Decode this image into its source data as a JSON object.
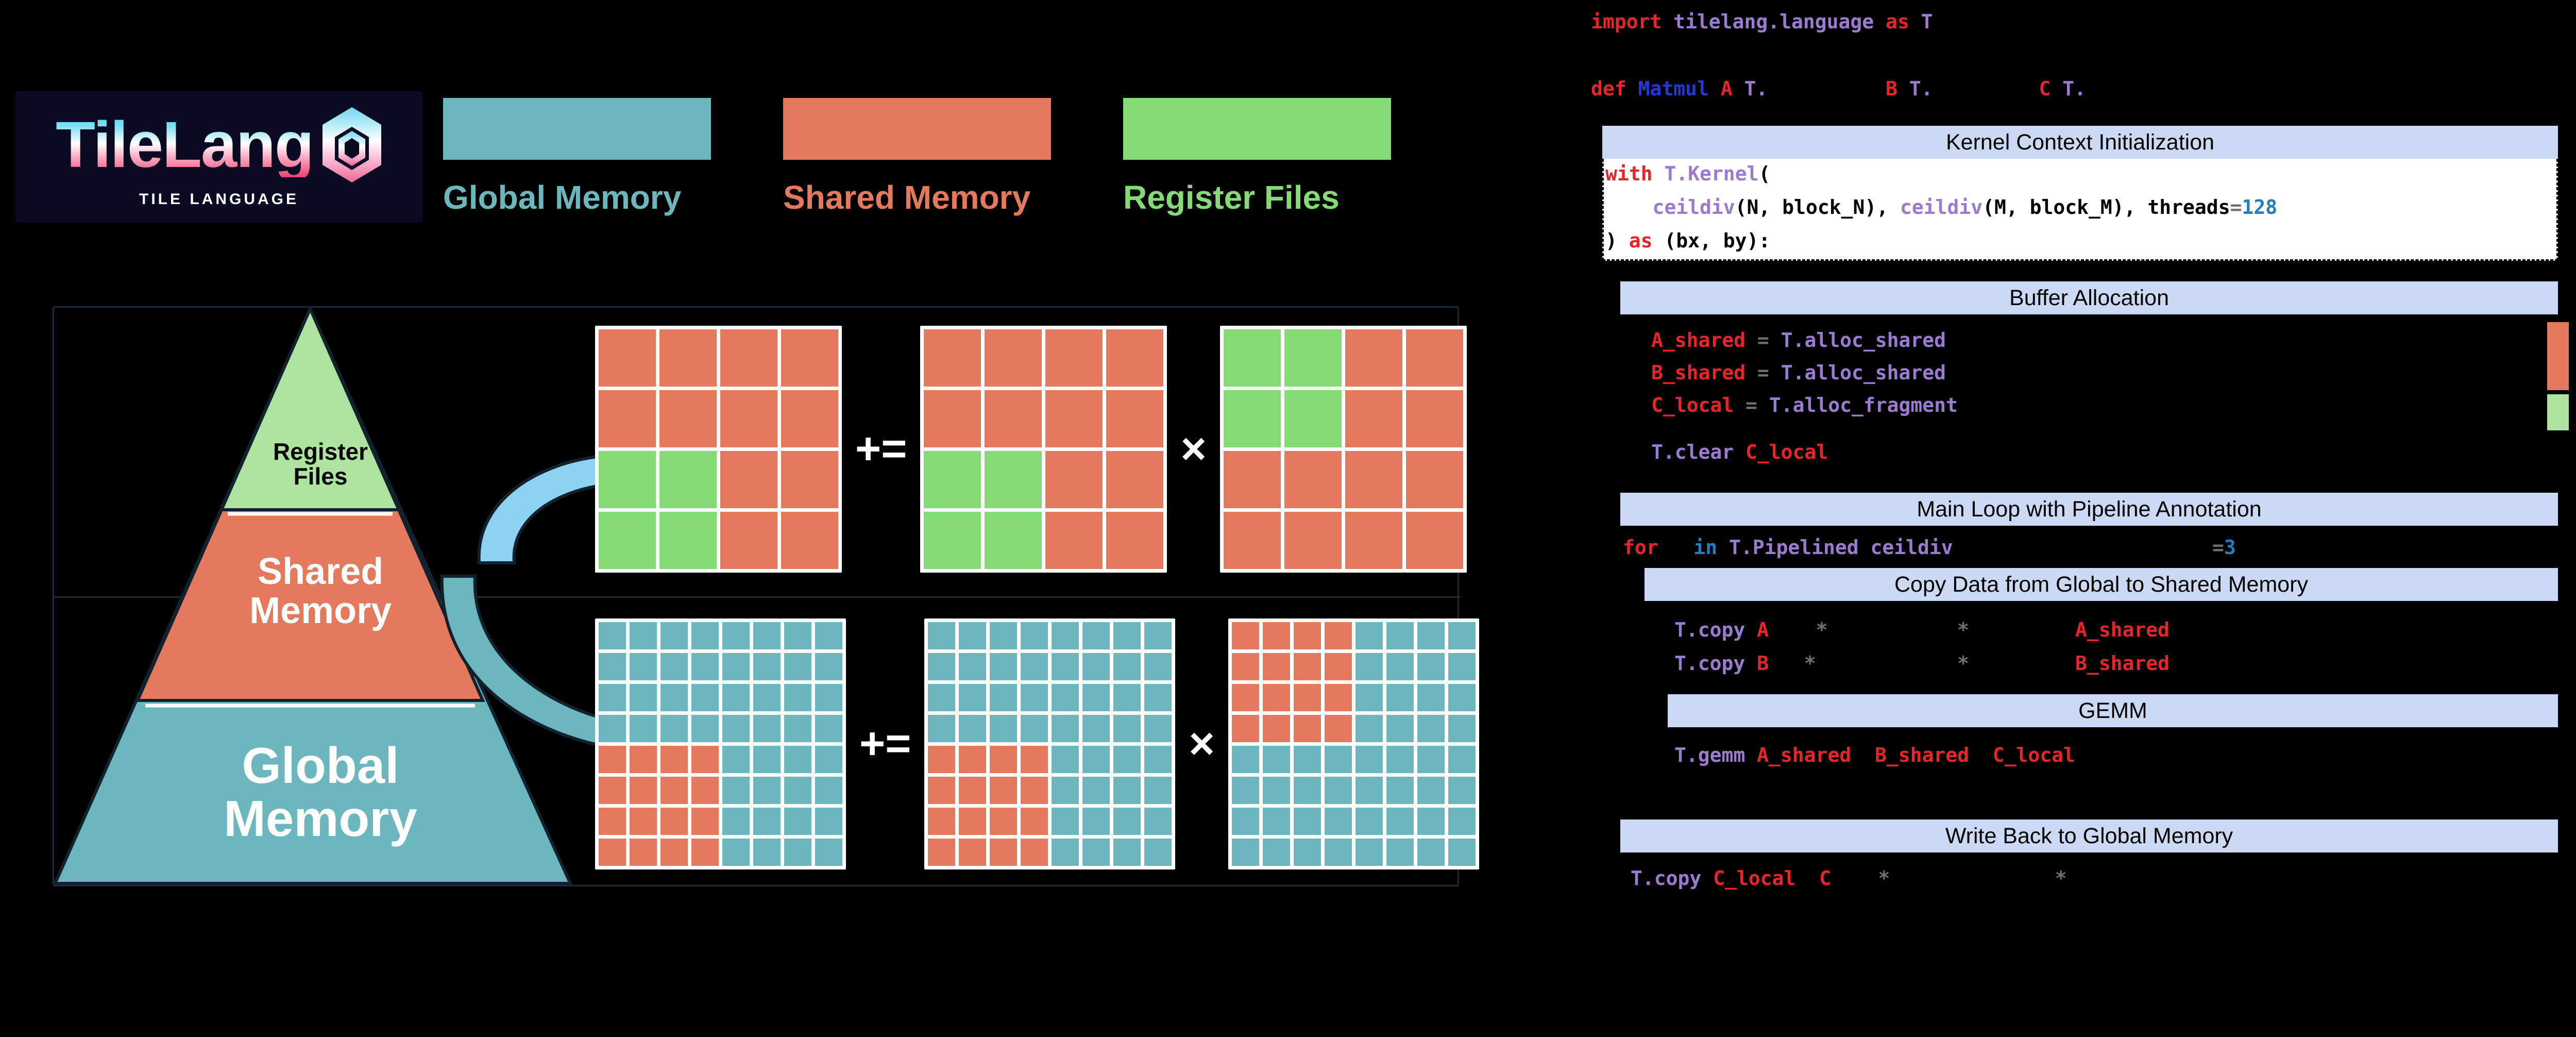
{
  "colors": {
    "global_memory": "#6cb7bd",
    "shared_memory": "#e4795e",
    "register_files": "#84da74",
    "arrow_top": "#8ed2f2",
    "arrow_bottom": "#6cb7bd",
    "section_header_bg": "#cbd9f5",
    "background": "#000000",
    "logo_bg": "#0b0a23",
    "keyword_red": "#e8232a",
    "function_blue": "#2438d8",
    "module_purple": "#9b7ad1",
    "number_blue": "#1f7fc4",
    "operator_gray": "#6f6f6f"
  },
  "logo": {
    "word": "TileLang",
    "subtitle": "TILE LANGUAGE",
    "mark_name": "tilelang-cube-logo"
  },
  "legend": [
    {
      "label": "Global Memory",
      "color": "#6cb7bd"
    },
    {
      "label": "Shared Memory",
      "color": "#e4795e"
    },
    {
      "label": "Register Files",
      "color": "#84da74"
    }
  ],
  "pyramid": {
    "tiers": [
      {
        "label": "Register\nFiles",
        "color": "#aee4a0",
        "text_color": "#000000"
      },
      {
        "label": "Shared\nMemory",
        "color": "#e4795e",
        "text_color": "#ffffff"
      },
      {
        "label": "Global\nMemory",
        "color": "#6cb7bd",
        "text_color": "#ffffff"
      }
    ]
  },
  "diagram": {
    "operators": {
      "accumulate": "+=",
      "multiply": "×"
    },
    "rows": [
      {
        "name": "register-level",
        "grid": 4,
        "matrices": [
          {
            "name": "c-local-accumulator",
            "base": "#e4795e",
            "highlight": "#84da74",
            "highlight_rows": [
              2,
              3
            ],
            "highlight_cols": [
              0,
              1
            ]
          },
          {
            "name": "c-local-result",
            "base": "#e4795e",
            "highlight": "#84da74",
            "highlight_rows": [
              2,
              3
            ],
            "highlight_cols": [
              0,
              1
            ]
          },
          {
            "name": "a-shared-tile",
            "base": "#e4795e",
            "highlight": "#84da74",
            "highlight_rows": [
              0,
              1
            ],
            "highlight_cols": [
              0,
              1
            ]
          }
        ]
      },
      {
        "name": "global-level",
        "grid": 8,
        "matrices": [
          {
            "name": "c-global-accumulator",
            "base": "#6cb7bd",
            "highlight": "#e4795e",
            "highlight_rows": [
              4,
              5,
              6,
              7
            ],
            "highlight_cols": [
              0,
              1,
              2,
              3
            ]
          },
          {
            "name": "c-global-result",
            "base": "#6cb7bd",
            "highlight": "#e4795e",
            "highlight_rows": [
              4,
              5,
              6,
              7
            ],
            "highlight_cols": [
              0,
              1,
              2,
              3
            ]
          },
          {
            "name": "a-global-tile",
            "base": "#6cb7bd",
            "highlight": "#e4795e",
            "highlight_rows": [
              0,
              1,
              2,
              3
            ],
            "highlight_cols": [
              0,
              1,
              2,
              3
            ]
          }
        ]
      }
    ]
  },
  "code": {
    "import_line": [
      {
        "t": "import",
        "c": "kw"
      },
      {
        "t": " ",
        "c": "plain"
      },
      {
        "t": "tilelang.language",
        "c": "mod"
      },
      {
        "t": " ",
        "c": "plain"
      },
      {
        "t": "as",
        "c": "kw"
      },
      {
        "t": " ",
        "c": "plain"
      },
      {
        "t": "T",
        "c": "mod"
      }
    ],
    "def_line": [
      {
        "t": "def",
        "c": "kw"
      },
      {
        "t": " ",
        "c": "plain"
      },
      {
        "t": "Matmul",
        "c": "fn"
      },
      {
        "t": " ",
        "c": "plain"
      },
      {
        "t": "A",
        "c": "var"
      },
      {
        "t": " ",
        "c": "plain"
      },
      {
        "t": "T.",
        "c": "mod"
      },
      {
        "t": "          ",
        "c": "plain"
      },
      {
        "t": "B",
        "c": "var"
      },
      {
        "t": " ",
        "c": "plain"
      },
      {
        "t": "T.",
        "c": "mod"
      },
      {
        "t": "         ",
        "c": "plain"
      },
      {
        "t": "C",
        "c": "var"
      },
      {
        "t": " ",
        "c": "plain"
      },
      {
        "t": "T.",
        "c": "mod"
      }
    ],
    "sections": [
      {
        "id": "kernel-context-initialization",
        "title": "Kernel Context Initialization",
        "lines": [
          [
            {
              "t": "with",
              "c": "kw"
            },
            {
              "t": " ",
              "c": "plain"
            },
            {
              "t": "T.Kernel",
              "c": "mod"
            },
            {
              "t": "(",
              "c": "plain"
            }
          ],
          [
            {
              "t": "    ",
              "c": "plain"
            },
            {
              "t": "ceildiv",
              "c": "mod"
            },
            {
              "t": "(N, block_N), ",
              "c": "plain"
            },
            {
              "t": "ceildiv",
              "c": "mod"
            },
            {
              "t": "(M, block_M), ",
              "c": "plain"
            },
            {
              "t": "threads",
              "c": "plain"
            },
            {
              "t": "=",
              "c": "op2"
            },
            {
              "t": "128",
              "c": "num"
            }
          ],
          [
            {
              "t": ") ",
              "c": "plain"
            },
            {
              "t": "as",
              "c": "kw"
            },
            {
              "t": " (bx, by):",
              "c": "plain"
            }
          ]
        ]
      },
      {
        "id": "buffer-allocation",
        "title": "Buffer Allocation",
        "lines": [
          [
            {
              "t": "A_shared",
              "c": "var"
            },
            {
              "t": " ",
              "c": "plain"
            },
            {
              "t": "=",
              "c": "op2"
            },
            {
              "t": " ",
              "c": "plain"
            },
            {
              "t": "T.alloc_shared",
              "c": "mod"
            }
          ],
          [
            {
              "t": "B_shared",
              "c": "var"
            },
            {
              "t": " ",
              "c": "plain"
            },
            {
              "t": "=",
              "c": "op2"
            },
            {
              "t": " ",
              "c": "plain"
            },
            {
              "t": "T.alloc_shared",
              "c": "mod"
            }
          ],
          [
            {
              "t": "C_local",
              "c": "var"
            },
            {
              "t": " ",
              "c": "plain"
            },
            {
              "t": "=",
              "c": "op2"
            },
            {
              "t": " ",
              "c": "plain"
            },
            {
              "t": "T.alloc_fragment",
              "c": "mod"
            }
          ],
          [],
          [
            {
              "t": "T.clear",
              "c": "mod"
            },
            {
              "t": " ",
              "c": "plain"
            },
            {
              "t": "C_local",
              "c": "var"
            }
          ]
        ],
        "swatches": [
          "#e4795e",
          "#aee4a0"
        ]
      },
      {
        "id": "main-loop-with-pipeline-annotation",
        "title": "Main Loop with Pipeline Annotation",
        "lines": [
          [
            {
              "t": "for",
              "c": "kw"
            },
            {
              "t": "   ",
              "c": "plain"
            },
            {
              "t": "in",
              "c": "blue"
            },
            {
              "t": " ",
              "c": "plain"
            },
            {
              "t": "T.Pipelined",
              "c": "mod"
            },
            {
              "t": " ",
              "c": "plain"
            },
            {
              "t": "ceildiv",
              "c": "mod"
            },
            {
              "t": "                      ",
              "c": "plain"
            },
            {
              "t": "=",
              "c": "op2"
            },
            {
              "t": "3",
              "c": "num"
            }
          ]
        ]
      },
      {
        "id": "copy-data-from-global-to-shared-memory",
        "title": "Copy Data from Global to Shared Memory",
        "lines": [
          [
            {
              "t": "T.copy",
              "c": "mod"
            },
            {
              "t": " ",
              "c": "plain"
            },
            {
              "t": "A",
              "c": "var"
            },
            {
              "t": "    ",
              "c": "plain"
            },
            {
              "t": "*",
              "c": "op2"
            },
            {
              "t": "           ",
              "c": "plain"
            },
            {
              "t": "*",
              "c": "op2"
            },
            {
              "t": "         ",
              "c": "plain"
            },
            {
              "t": "A_shared",
              "c": "var"
            }
          ],
          [
            {
              "t": "T.copy",
              "c": "mod"
            },
            {
              "t": " ",
              "c": "plain"
            },
            {
              "t": "B",
              "c": "var"
            },
            {
              "t": "   ",
              "c": "plain"
            },
            {
              "t": "*",
              "c": "op2"
            },
            {
              "t": "            ",
              "c": "plain"
            },
            {
              "t": "*",
              "c": "op2"
            },
            {
              "t": "         ",
              "c": "plain"
            },
            {
              "t": "B_shared",
              "c": "var"
            }
          ]
        ]
      },
      {
        "id": "gemm",
        "title": "GEMM",
        "lines": [
          [
            {
              "t": "T.gemm",
              "c": "mod"
            },
            {
              "t": " ",
              "c": "plain"
            },
            {
              "t": "A_shared",
              "c": "var"
            },
            {
              "t": "  ",
              "c": "plain"
            },
            {
              "t": "B_shared",
              "c": "var"
            },
            {
              "t": "  ",
              "c": "plain"
            },
            {
              "t": "C_local",
              "c": "var"
            }
          ]
        ]
      },
      {
        "id": "write-back-to-global-memory",
        "title": "Write Back to Global Memory",
        "lines": [
          [
            {
              "t": "T.copy",
              "c": "mod"
            },
            {
              "t": " ",
              "c": "plain"
            },
            {
              "t": "C_local",
              "c": "var"
            },
            {
              "t": "  ",
              "c": "plain"
            },
            {
              "t": "C",
              "c": "var"
            },
            {
              "t": "    ",
              "c": "plain"
            },
            {
              "t": "*",
              "c": "op2"
            },
            {
              "t": "              ",
              "c": "plain"
            },
            {
              "t": "*",
              "c": "op2"
            }
          ]
        ]
      }
    ]
  }
}
